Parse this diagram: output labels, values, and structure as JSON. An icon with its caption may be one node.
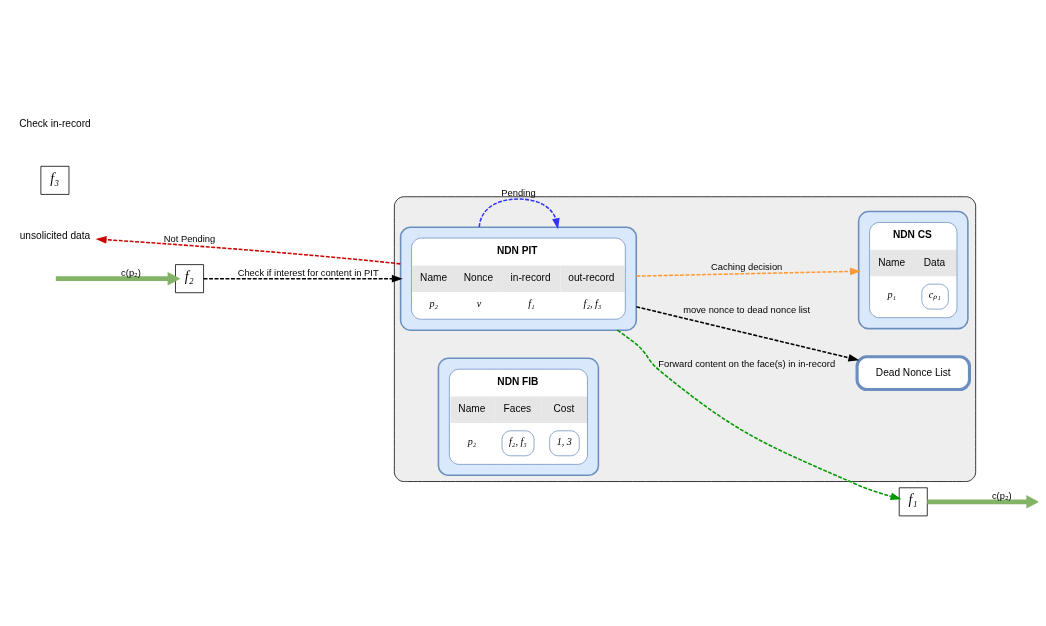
{
  "diagram": {
    "nodes": [
      {
        "text": [],
        "shape": "box"
      },
      {
        "text": [
          "unsolicited data"
        ]
      },
      {
        "text": [
          "f₂"
        ]
      },
      {
        "text": [
          "f₃"
        ]
      },
      {
        "text": [
          "f₁"
        ]
      },
      {
        "text": [
          "Dead Nonce List"
        ],
        "in": 0
      },
      {
        "text": [
          "NDN PIT",
          "Name",
          "Nonce",
          "in-record",
          "out-record",
          "p₂",
          "ν",
          "f₁",
          "f₂, f₃"
        ],
        "in": 0
      },
      {
        "text": [
          "NDN FIB",
          "Name",
          "Faces",
          "Cost",
          "p₂",
          "f₂, f₃",
          "1, 3"
        ],
        "in": 0
      },
      {
        "text": [
          "NDN CS",
          "Name",
          "Data",
          "p₁",
          "cₚ₁"
        ],
        "in": 0
      }
    ],
    "edges": [
      {
        "from": null,
        "to": 2,
        "arrow": "to",
        "label": "c(p₂)",
        "style": "thick",
        "color": "#82b366"
      },
      {
        "from": 2,
        "to": 6,
        "arrow": "to",
        "label": "Check if interest for content in PIT",
        "style": "dashed",
        "color": "#000000"
      },
      {
        "from": 6,
        "to": 1,
        "arrow": "to",
        "label": "Not Pending",
        "style": "dashed",
        "color": "#cc0000"
      },
      {
        "from": 6,
        "to": 5,
        "arrow": "to",
        "label": "move nonce to dead nonce list",
        "style": "dashed",
        "color": "#000000"
      },
      {
        "from": 6,
        "to": 6,
        "arrow": "to",
        "label": "Pending",
        "style": "dashed",
        "color": "#3333ff"
      },
      {
        "from": 6,
        "to": 4,
        "arrow": "to",
        "label": "Forward content on the face(s) in in-record",
        "style": "dashed",
        "color": "#009900"
      },
      {
        "from": 6,
        "to": 8,
        "arrow": "to",
        "label": "Caching decision",
        "style": "dashed",
        "color": "#ff9933"
      },
      {
        "from": 4,
        "to": null,
        "arrow": "to",
        "label": "c(p₂)",
        "style": "thick",
        "color": "#82b366"
      }
    ],
    "labels": [
      "Check in-record"
    ]
  }
}
